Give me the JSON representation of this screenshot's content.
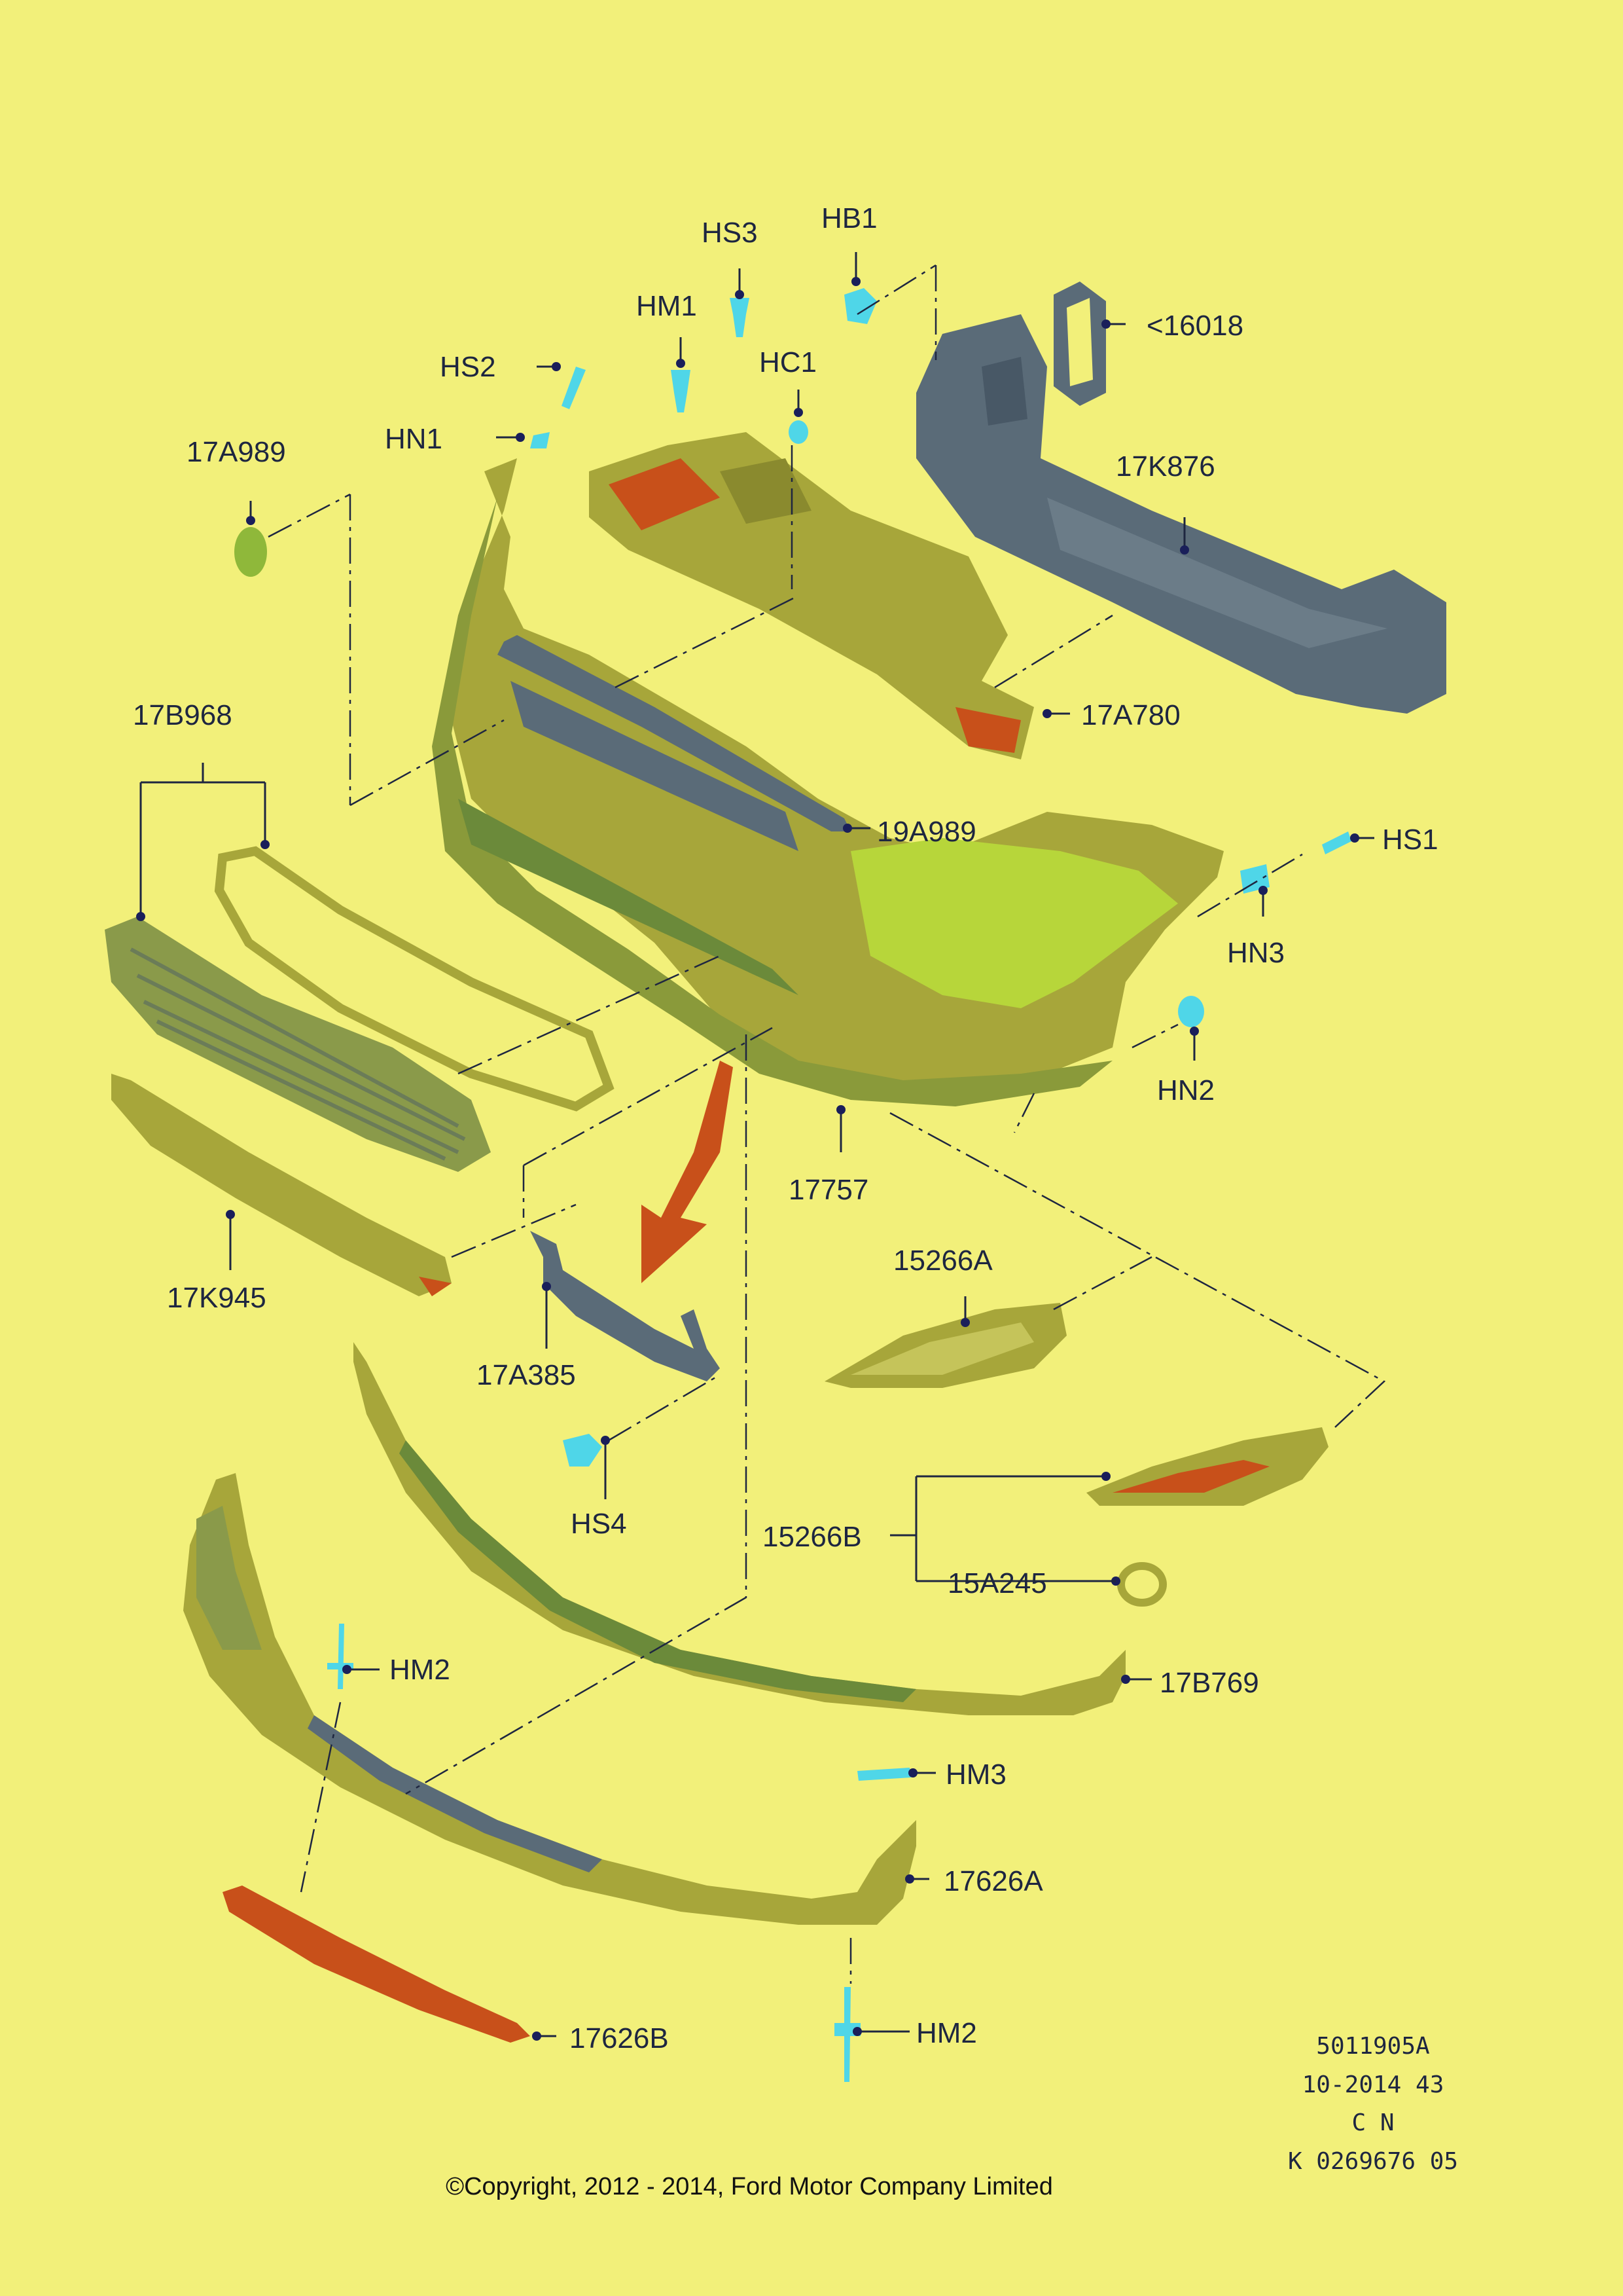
{
  "colors": {
    "background": "#f2f07a",
    "part_olive": "#a7a63a",
    "part_green": "#8fb83a",
    "part_lime": "#b7d63a",
    "part_slate": "#5a6b78",
    "part_orange": "#c8501a",
    "fastener_cyan": "#4fd6e8"
  },
  "parts": {
    "p16018": "<16018",
    "p17K876": "17K876",
    "p17A780": "17A780",
    "pHB1": "HB1",
    "pHS3": "HS3",
    "pHM1": "HM1",
    "pHC1": "HC1",
    "pHS2": "HS2",
    "pHN1": "HN1",
    "p17A989": "17A989",
    "p17B968": "17B968",
    "p19A989": "19A989",
    "pHS1": "HS1",
    "pHN3": "HN3",
    "pHN2": "HN2",
    "p17757": "17757",
    "p17K945": "17K945",
    "p15266A": "15266A",
    "p17A385": "17A385",
    "pHS4": "HS4",
    "p15266B": "15266B",
    "p15A245": "15A245",
    "p17B769": "17B769",
    "pHM2a": "HM2",
    "pHM3": "HM3",
    "p17626A": "17626A",
    "p17626B": "17626B",
    "pHM2b": "HM2"
  },
  "ref_codes": {
    "line1": "5011905A",
    "line2": "10-2014 43",
    "line3": "C N",
    "line4": "K 0269676 05"
  },
  "copyright": "©Copyright, 2012 - 2014, Ford Motor Company Limited"
}
